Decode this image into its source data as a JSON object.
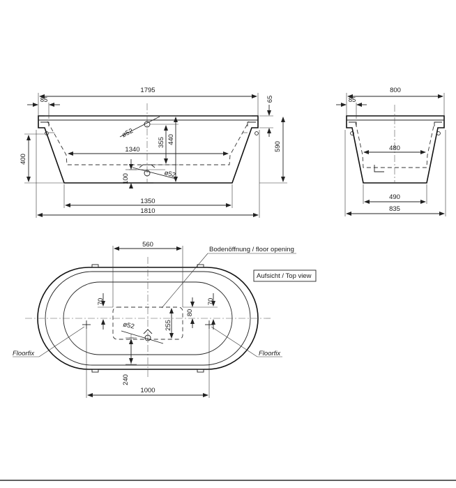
{
  "front_view": {
    "overall_top": "1795",
    "rim": "85",
    "rim_height": "65",
    "inner_length": "1340",
    "outlet_diameter": "ø52",
    "overflow_diameter": "ø52",
    "overflow_height": "355",
    "overflow_total": "440",
    "inner_depth": "400",
    "overall_height": "590",
    "drain_offset": "100",
    "bottom_length": "1350",
    "overall_bottom": "1810"
  },
  "side_view": {
    "overall_top": "800",
    "rim": "85",
    "inner_width": "480",
    "bottom_width": "490",
    "overall_bottom": "835"
  },
  "top_view": {
    "opening_width": "560",
    "floor_opening_label_de": "Bodenöffnung / ",
    "floor_opening_label_en": "floor opening",
    "view_label_de": "Aufsicht / ",
    "view_label_en": "Top view",
    "left_dim": "70",
    "right_dim": "70",
    "opening_height": "80",
    "inner_dim": "255",
    "drain_diameter": "ø52",
    "drain_offset": "240",
    "floorfix_spacing": "1000",
    "floorfix_left": "Floorfix",
    "floorfix_right": "Floorfix"
  }
}
